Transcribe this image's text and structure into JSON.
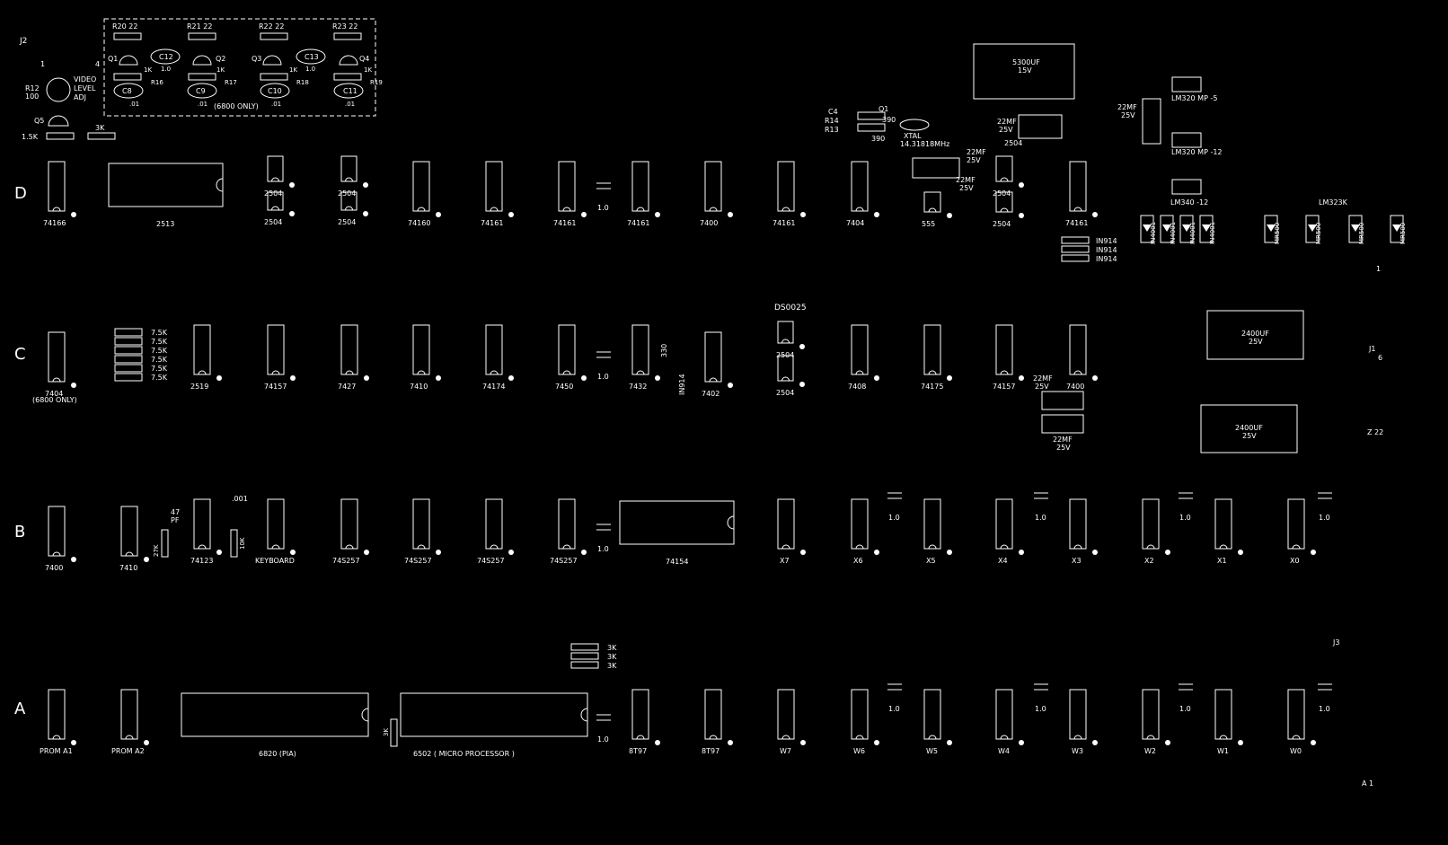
{
  "rows": {
    "A": [
      "PROM A1",
      "PROM A2",
      "6820 (PIA)",
      "3K",
      "6502 ( MICRO PROCESSOR )",
      "8T97",
      "8T97",
      "W7",
      "W6",
      "W5",
      "W4",
      "W3",
      "W2",
      "W1",
      "W0"
    ],
    "B": [
      "7400",
      "7410",
      "27K",
      "47",
      "PF",
      ".001",
      "10K",
      "74123",
      "KEYBOARD",
      "74S257",
      "74S257",
      "74S257",
      "74S257",
      "74154",
      "X7",
      "X6",
      "X5",
      "X4",
      "X3",
      "X2",
      "X1",
      "X0"
    ],
    "C": [
      "7404",
      "(6800 ONLY)",
      "7.5K",
      "2519",
      "74157",
      "7427",
      "7410",
      "74174",
      "7450",
      "7432",
      "330",
      "IN914",
      "7402",
      "DS0025",
      "2504",
      "3K",
      "7408",
      "74175",
      "74157",
      "7400",
      "22MF",
      "25V",
      "22MF",
      "25V",
      "2400UF",
      "25V",
      "2400UF",
      "25V",
      "J1",
      "6",
      "Z 22"
    ],
    "D": [
      "74166",
      "2513",
      "2504",
      "2504",
      "2504",
      "2504",
      "3K",
      "74160",
      "74161",
      "74161",
      "74161",
      "7400",
      "74161",
      "7404",
      "555",
      "10K",
      "2504",
      "2504",
      "74161",
      "XTAL",
      "14.31818MHz",
      "390",
      "390",
      "R14",
      "R13",
      "C4",
      "Q1",
      "22MF",
      "25V",
      "5300UF",
      "15V",
      "LM320 MP -5",
      "LM320 MP -12",
      "LM340 -12",
      "LM323K",
      "IN914",
      "IN4001",
      "MR500"
    ]
  },
  "row_labels": [
    "D",
    "C",
    "B",
    "A"
  ],
  "video_block": {
    "resistors": [
      "R20  22",
      "R21  22",
      "R22  22",
      "R23  22"
    ],
    "transistors": [
      "Q1",
      "Q2",
      "Q3",
      "Q4"
    ],
    "caps": [
      "C12",
      "C13",
      "C8",
      "C9",
      "C10",
      "C11"
    ],
    "misc": [
      "1K",
      "1.0",
      "R16",
      "R17",
      "R18",
      "R19",
      ".01",
      "(6800 ONLY)"
    ],
    "pot": [
      "R12",
      "100",
      "VIDEO",
      "LEVEL",
      "ADJ",
      "J2",
      "1",
      "4",
      "Q5",
      "1.5K",
      "3K"
    ]
  },
  "cap_value": "1.0",
  "corner_label": "A  1",
  "j3": "J3",
  "j1_pin": "1"
}
